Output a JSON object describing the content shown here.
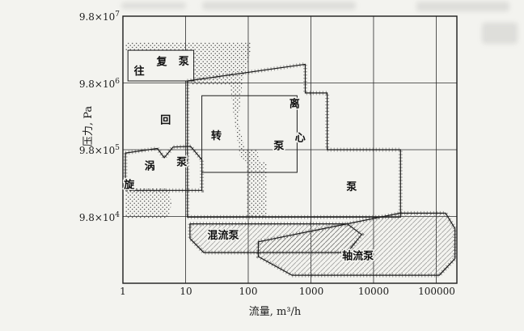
{
  "page": {
    "background": "#f3f3ef",
    "ink": "#1c1c1c"
  },
  "chart_data": {
    "type": "area-regions",
    "title": "",
    "xlabel": "流量, m³/h",
    "ylabel": "压力, Pa",
    "x_unit": "m³/h",
    "y_unit": "Pa",
    "x_log_range": [
      0,
      5.33
    ],
    "y_exp_range": [
      3,
      7
    ],
    "grid": true,
    "x_ticks": [
      {
        "label": "1",
        "logx": 0
      },
      {
        "label": "10",
        "logx": 1
      },
      {
        "label": "100",
        "logx": 2
      },
      {
        "label": "1000",
        "logx": 3
      },
      {
        "label": "10000",
        "logx": 4
      },
      {
        "label": "100000",
        "logx": 5
      }
    ],
    "y_ticks": [
      {
        "base": "9.8×10",
        "exp": "7",
        "e": 7
      },
      {
        "base": "9.8×10",
        "exp": "6",
        "e": 6
      },
      {
        "base": "9.8×10",
        "exp": "5",
        "e": 5
      },
      {
        "base": "9.8×10",
        "exp": "4",
        "e": 4
      }
    ],
    "regions": [
      {
        "id": "reciprocating-pump-band",
        "name": "往复泵",
        "style": "stipple",
        "points": [
          [
            0.04,
            6.61
          ],
          [
            2.04,
            6.61
          ],
          [
            2.04,
            6.49
          ],
          [
            1.91,
            6.03
          ],
          [
            1.84,
            5.42
          ],
          [
            1.95,
            5.0
          ],
          [
            2.14,
            5.0
          ],
          [
            2.19,
            4.82
          ],
          [
            2.29,
            4.82
          ],
          [
            2.29,
            3.99
          ],
          [
            1.97,
            3.99
          ],
          [
            1.97,
            4.82
          ],
          [
            1.87,
            4.9
          ],
          [
            1.78,
            5.42
          ],
          [
            1.71,
            5.97
          ],
          [
            1.11,
            5.97
          ],
          [
            1.1,
            6.49
          ],
          [
            0.04,
            6.49
          ]
        ],
        "labels": []
      },
      {
        "id": "stipple-patch",
        "name": "",
        "style": "stipple",
        "points": [
          [
            0.04,
            4.42
          ],
          [
            0.72,
            4.42
          ],
          [
            0.78,
            4.2
          ],
          [
            0.72,
            3.97
          ],
          [
            0.04,
            3.97
          ]
        ],
        "labels": []
      },
      {
        "id": "reciprocating-pump-label-box",
        "name": "往复泵",
        "style": "box",
        "points": [
          [
            0.08,
            6.49
          ],
          [
            1.13,
            6.49
          ],
          [
            1.13,
            6.03
          ],
          [
            0.08,
            6.03
          ]
        ],
        "labels": [
          {
            "t": "往",
            "x": 0.26,
            "y": 6.18
          },
          {
            "t": "复",
            "x": 0.62,
            "y": 6.32
          },
          {
            "t": "泵",
            "x": 0.97,
            "y": 6.33
          }
        ]
      },
      {
        "id": "centrifugal-pump-range",
        "name": "离心泵",
        "style": "hatch-border",
        "points": [
          [
            1.03,
            6.03
          ],
          [
            2.91,
            6.28
          ],
          [
            2.91,
            5.85
          ],
          [
            3.26,
            5.85
          ],
          [
            3.26,
            5.0
          ],
          [
            4.43,
            5.0
          ],
          [
            4.43,
            3.99
          ],
          [
            1.03,
            3.99
          ]
        ],
        "labels": [
          {
            "t": "离",
            "x": 2.74,
            "y": 5.69
          },
          {
            "t": "心",
            "x": 2.83,
            "y": 5.18
          },
          {
            "t": "泵",
            "x": 3.65,
            "y": 4.45
          }
        ]
      },
      {
        "id": "rotary-pump-range",
        "name": "回转泵",
        "style": "solid-border",
        "points": [
          [
            1.26,
            5.81
          ],
          [
            2.78,
            5.81
          ],
          [
            2.78,
            4.66
          ],
          [
            1.26,
            4.66
          ]
        ],
        "labels": [
          {
            "t": "回",
            "x": 0.68,
            "y": 5.45
          },
          {
            "t": "转",
            "x": 1.49,
            "y": 5.21
          },
          {
            "t": "泵",
            "x": 2.49,
            "y": 5.06
          }
        ]
      },
      {
        "id": "vortex-pump-range",
        "name": "旋涡泵",
        "style": "hatch-border",
        "points": [
          [
            0.04,
            4.95
          ],
          [
            0.55,
            5.02
          ],
          [
            0.66,
            4.88
          ],
          [
            0.8,
            5.04
          ],
          [
            1.08,
            5.05
          ],
          [
            1.26,
            4.85
          ],
          [
            1.26,
            4.39
          ],
          [
            0.04,
            4.39
          ]
        ],
        "labels": [
          {
            "t": "旋",
            "x": 0.1,
            "y": 4.48
          },
          {
            "t": "涡",
            "x": 0.43,
            "y": 4.76
          },
          {
            "t": "泵",
            "x": 0.94,
            "y": 4.82
          }
        ]
      },
      {
        "id": "mixed-flow-pump-range",
        "name": "混流泵",
        "style": "hatch-fill",
        "points": [
          [
            1.07,
            3.89
          ],
          [
            3.58,
            3.89
          ],
          [
            3.81,
            3.73
          ],
          [
            3.58,
            3.46
          ],
          [
            1.29,
            3.46
          ],
          [
            1.07,
            3.67
          ]
        ],
        "labels": [
          {
            "t": "混流泵",
            "x": 1.6,
            "y": 3.72
          }
        ]
      },
      {
        "id": "axial-flow-pump-range",
        "name": "轴流泵",
        "style": "hatch-fill",
        "points": [
          [
            2.16,
            3.62
          ],
          [
            4.42,
            4.05
          ],
          [
            5.15,
            4.05
          ],
          [
            5.3,
            3.82
          ],
          [
            5.3,
            3.37
          ],
          [
            5.05,
            3.12
          ],
          [
            2.7,
            3.12
          ],
          [
            2.16,
            3.4
          ]
        ],
        "labels": [
          {
            "t": "轴流泵",
            "x": 3.75,
            "y": 3.41
          }
        ]
      }
    ]
  }
}
